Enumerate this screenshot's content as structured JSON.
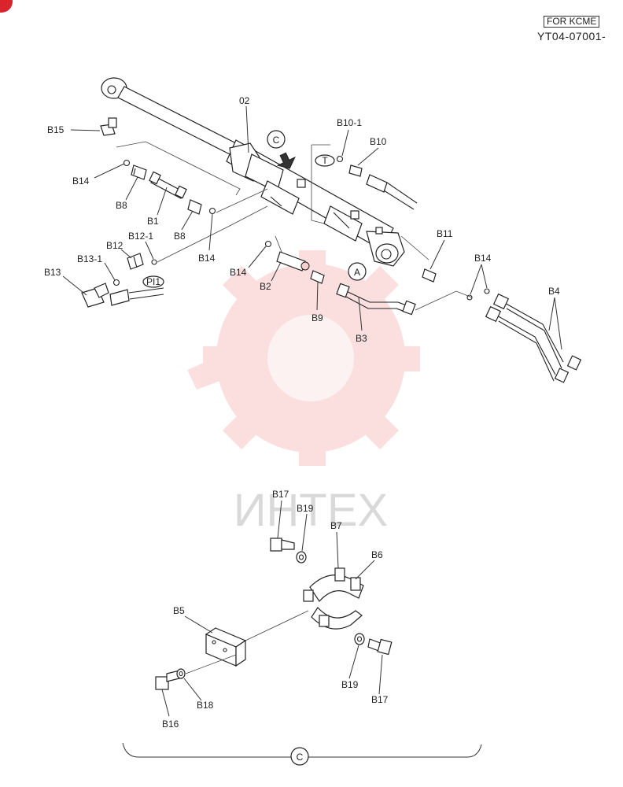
{
  "header": {
    "badge": "FOR KCME",
    "code": "YT04-07001-"
  },
  "watermark": {
    "text": "ИНТЕХ",
    "color": "#f07070"
  },
  "page_mark_color": "#d9242b",
  "callouts": {
    "c_top": "C",
    "a": "A",
    "t": "T",
    "pi1": "PI1",
    "c_bottom": "C"
  },
  "labels": {
    "p02": "02",
    "b15": "B15",
    "b14_a": "B14",
    "b8_a": "B8",
    "b1": "B1",
    "b8_b": "B8",
    "b14_b": "B14",
    "b12": "B12",
    "b12_1": "B12-1",
    "b13_1": "B13-1",
    "b13": "B13",
    "b14_c": "B14",
    "b2": "B2",
    "b9": "B9",
    "b3": "B3",
    "b10_1": "B10-1",
    "b10": "B10",
    "b11": "B11",
    "b14_d": "B14",
    "b4": "B4",
    "b17_a": "B17",
    "b19_a": "B19",
    "b7": "B7",
    "b6": "B6",
    "b5": "B5",
    "b19_b": "B19",
    "b17_b": "B17",
    "b18": "B18",
    "b16": "B16"
  }
}
